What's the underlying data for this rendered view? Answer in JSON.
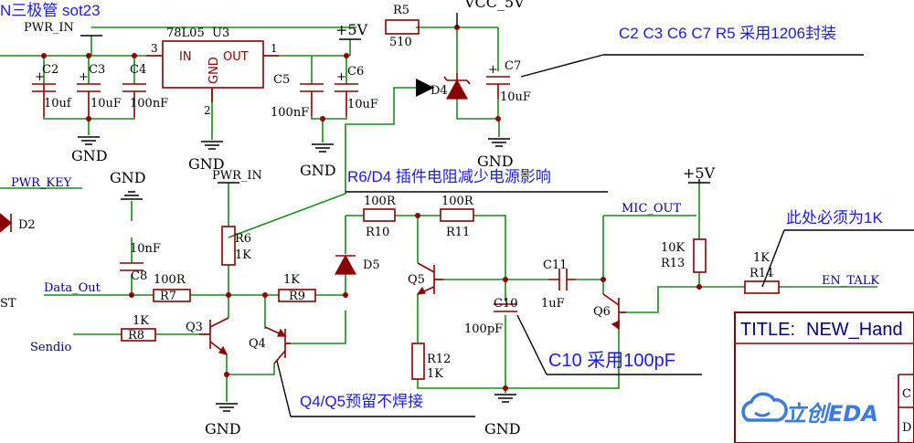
{
  "notes": {
    "top_left_partial": "N三极管 sot23",
    "cap_package": "C2 C3 C6 C7 R5 采用1206封装",
    "r6_d4": "R6/D4 插件电阻减少电源影响",
    "must_be": "此处必须为1K",
    "c10": "C10 采用100pF",
    "q4_q5": "Q4/Q5预留不焊接"
  },
  "nets": {
    "pwr_in_top": "PWR_IN",
    "pwr_in_mid": "PWR_IN",
    "plus5v_a": "+5V",
    "plus5v_b": "+5V",
    "vcc_partial": "VCC_5V",
    "gnd": "GND",
    "pwr_key": "PWR_KEY",
    "data_out": "Data_Out",
    "sendio": "Sendio",
    "mic_out": "MIC_OUT",
    "en_talk": "EN_TALK",
    "st_partial": "ST"
  },
  "regulator": {
    "ref": "U3",
    "part": "78L05",
    "in": "IN",
    "out": "OUT",
    "gnd": "GND",
    "pin_in": "3",
    "pin_out": "1",
    "pin_gnd": "2"
  },
  "components": {
    "c2": {
      "ref": "C2",
      "value": "10uf"
    },
    "c3": {
      "ref": "C3",
      "value": "10uF"
    },
    "c4": {
      "ref": "C4",
      "value": "100nF"
    },
    "c5": {
      "ref": "C5",
      "value": "100nF"
    },
    "c6": {
      "ref": "C6",
      "value": "10uF"
    },
    "c7": {
      "ref": "C7",
      "value": "10uF"
    },
    "c8": {
      "ref": "C8",
      "value": "10nF"
    },
    "c10": {
      "ref": "C10",
      "value": "100pF"
    },
    "c11": {
      "ref": "C11",
      "value": "1uF"
    },
    "r5": {
      "ref": "R5",
      "value": "510"
    },
    "r6": {
      "ref": "R6",
      "value": "1K"
    },
    "r7": {
      "ref": "R7",
      "value": "100R"
    },
    "r8": {
      "ref": "R8",
      "value": "1K"
    },
    "r9": {
      "ref": "R9",
      "value": "1K"
    },
    "r10": {
      "ref": "R10",
      "value": "100R"
    },
    "r11": {
      "ref": "R11",
      "value": "100R"
    },
    "r12": {
      "ref": "R12",
      "value": "1K"
    },
    "r13": {
      "ref": "R13",
      "value": "10K"
    },
    "r14": {
      "ref": "R14",
      "value": "1K"
    },
    "d2": "D2",
    "d4": "D4",
    "d5": "D5",
    "q3": "Q3",
    "q4": "Q4",
    "q5": "Q5",
    "q6": "Q6"
  },
  "title_block": {
    "label": "TITLE:",
    "value": "NEW_Hand",
    "logo": "立创EDA",
    "row_a": "C",
    "row_b": "D"
  },
  "colors": {
    "wire": "#1a8c1a",
    "component": "#8b0000",
    "annotation": "#1a1ae6",
    "title_text": "#000080",
    "logo": "#3a7be0"
  }
}
